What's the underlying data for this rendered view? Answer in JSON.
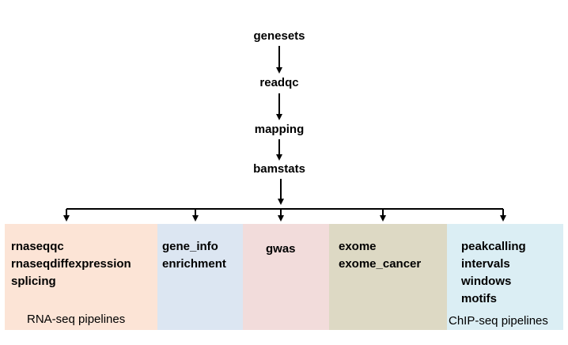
{
  "chain": [
    {
      "id": "genesets",
      "label": "genesets"
    },
    {
      "id": "readqc",
      "label": "readqc"
    },
    {
      "id": "mapping",
      "label": "mapping"
    },
    {
      "id": "bamstats",
      "label": "bamstats"
    }
  ],
  "panels": [
    {
      "id": "rna",
      "color": "#fce4d6",
      "items": [
        "rnaseqqc",
        "rnaseqdiffexpression",
        "splicing"
      ],
      "label": "RNA-seq pipelines"
    },
    {
      "id": "geneinfo",
      "color": "#dce6f2",
      "items": [
        "gene_info",
        "enrichment"
      ],
      "label": ""
    },
    {
      "id": "gwas",
      "color": "#f2dcdb",
      "items": [
        "gwas"
      ],
      "label": ""
    },
    {
      "id": "exome",
      "color": "#ddd9c4",
      "items": [
        "exome",
        "exome_cancer"
      ],
      "label": ""
    },
    {
      "id": "chip",
      "color": "#dbeef4",
      "items": [
        "peakcalling",
        "intervals",
        "windows",
        "motifs"
      ],
      "label": "ChIP-seq pipelines"
    }
  ]
}
